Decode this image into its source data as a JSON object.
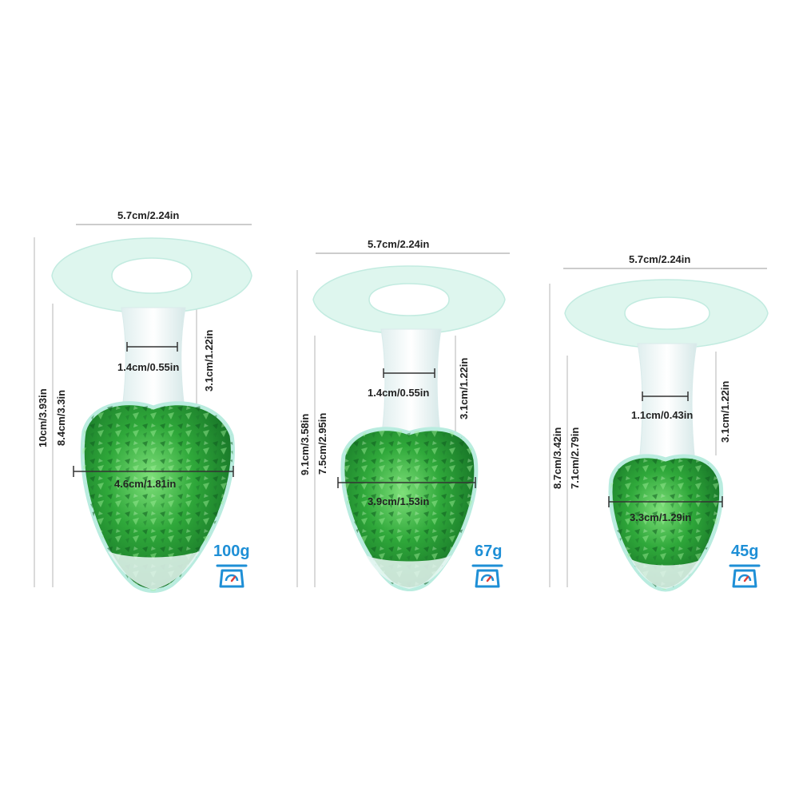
{
  "colors": {
    "accent": "#1e8fd6",
    "gem_green": "#2fa83a",
    "base_mint": "#dff5ee",
    "text": "#222222"
  },
  "products": [
    {
      "base_width": "5.7cm/2.24in",
      "total_length": "10cm/3.93in",
      "insertable_length": "8.4cm/3.3in",
      "neck_length": "3.1cm/1.22in",
      "neck_width": "1.4cm/0.55in",
      "bulb_width": "4.6cm/1.81in",
      "weight": "100g",
      "icon": "scale-icon"
    },
    {
      "base_width": "5.7cm/2.24in",
      "total_length": "9.1cm/3.58in",
      "insertable_length": "7.5cm/2.95in",
      "neck_length": "3.1cm/1.22in",
      "neck_width": "1.4cm/0.55in",
      "bulb_width": "3.9cm/1.53in",
      "weight": "67g",
      "icon": "scale-icon"
    },
    {
      "base_width": "5.7cm/2.24in",
      "total_length": "8.7cm/3.42in",
      "insertable_length": "7.1cm/2.79in",
      "neck_length": "3.1cm/1.22in",
      "neck_width": "1.1cm/0.43in",
      "bulb_width": "3.3cm/1.29in",
      "weight": "45g",
      "icon": "scale-icon"
    }
  ]
}
